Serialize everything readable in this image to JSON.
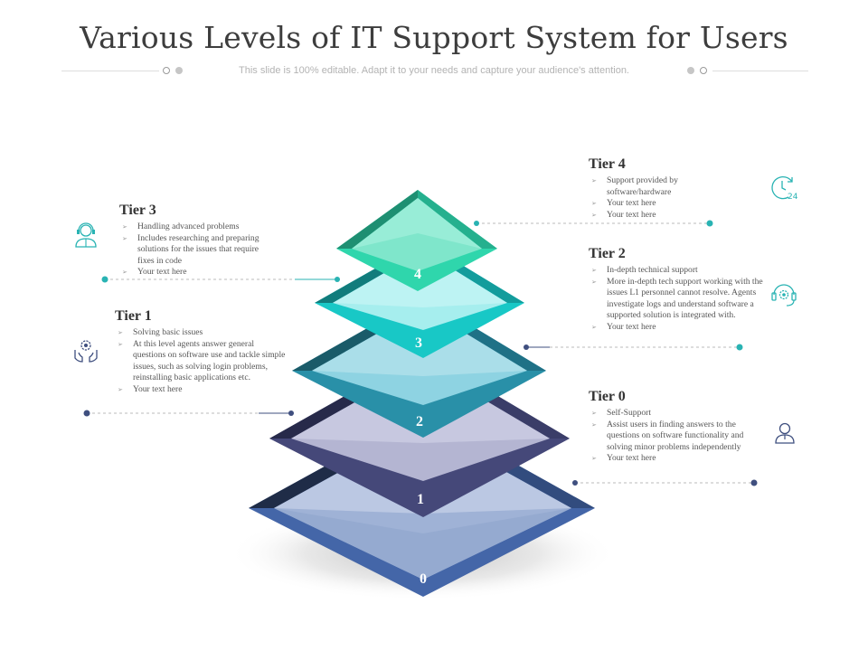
{
  "title": "Various Levels of IT Support System for Users",
  "subtitle": "This slide is 100% editable. Adapt it to your needs and capture your audience's attention.",
  "levels": [
    "0",
    "1",
    "2",
    "3",
    "4"
  ],
  "tiers": {
    "tier4": {
      "name": "Tier 4",
      "items": [
        "Support provided by software/hardware",
        "Your text here",
        "Your text here"
      ],
      "icon": "clock-24-icon"
    },
    "tier3": {
      "name": "Tier 3",
      "items": [
        "Handling advanced problems",
        "Includes researching and preparing solutions for the issues that require fixes in code",
        "Your text here"
      ],
      "icon": "support-agent-icon"
    },
    "tier2": {
      "name": "Tier 2",
      "items": [
        "In-depth technical support",
        "More in-depth tech support working with the issues L1 personnel cannot resolve. Agents investigate logs and understand software a supported solution is integrated with.",
        "Your text here"
      ],
      "icon": "headset-gear-icon"
    },
    "tier1": {
      "name": "Tier 1",
      "items": [
        "Solving basic issues",
        "At this level agents answer general questions on software use and tackle simple issues, such as solving login problems, reinstalling basic applications etc.",
        "Your text here"
      ],
      "icon": "hands-gear-icon"
    },
    "tier0": {
      "name": "Tier 0",
      "items": [
        "Self-Support",
        "Assist users in finding answers to the questions on software functionality and solving minor problems independently",
        "Your text here"
      ],
      "icon": "user-icon"
    }
  },
  "colors": {
    "level0": "#4466a8",
    "level1": "#454879",
    "level2": "#2990a8",
    "level3": "#18c8c6",
    "level4": "#2fd6ac",
    "connector_dark": "#3f4f7f",
    "connector_teal": "#29b3b3"
  }
}
